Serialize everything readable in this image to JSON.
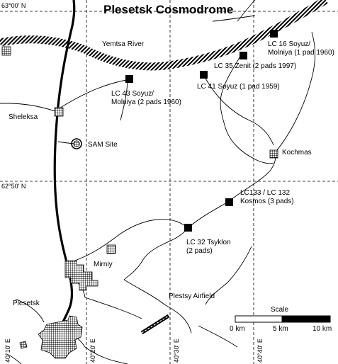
{
  "title": "Plesetsk Cosmodrome",
  "coordinates": {
    "lat_top": "63°00' N",
    "lat_mid": "62°50' N",
    "lon_10": "40°10' E",
    "lon_20": "40°20' E",
    "lon_30": "40°30' E",
    "lon_40": "40°40' E"
  },
  "labels": {
    "river": "Yemtsa River",
    "lc16_line1": "LC 16 Soyuz/",
    "lc16_line2": "Molniya (1 pad 1960)",
    "lc35": "LC 35 Zenit  (2 pads 1997)",
    "lc41": "LC 41 Soyuz (1 pad 1959)",
    "lc43_line1": "LC 43 Soyuz/",
    "lc43_line2": "Molniya (2 pads 1960)",
    "sheleksa": "Sheleksa",
    "sam": "SAM Site",
    "kochmas": "Kochmas",
    "lc133_line1": "LC133 / LC 132",
    "lc133_line2": "Kosmos (3 pads)",
    "lc32_line1": "LC 32 Tsyklon",
    "lc32_line2": "(2 pads)",
    "mirniy": "Mirniy",
    "airfield": "Plestsy Airfield",
    "plesetsk": "Plesetsk"
  },
  "scale": {
    "title": "Scale",
    "tick0": "0 km",
    "tick5": "5 km",
    "tick10": "10 km"
  }
}
